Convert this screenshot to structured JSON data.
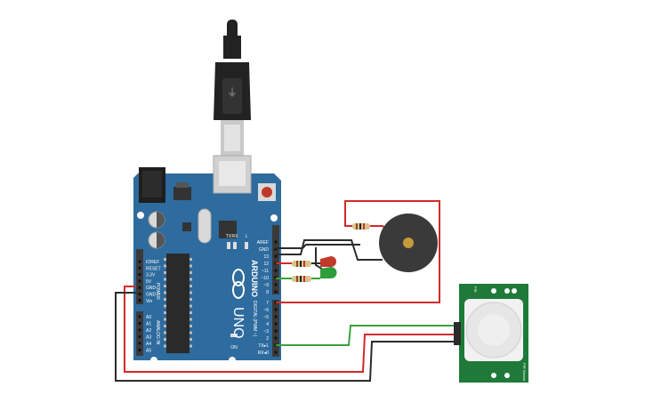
{
  "colors": {
    "board": "#2e6b9e",
    "board_dark": "#255a86",
    "header": "#3a3a3a",
    "wire_red": "#d22a2a",
    "wire_black": "#2b2b2b",
    "wire_green": "#3aa13a",
    "pir_board": "#1f7a3a",
    "led_red": "#c0392b",
    "led_green": "#2e9e3a",
    "buzzer": "#3a3a3a",
    "usb": "#222222"
  },
  "board": {
    "brand": "ARDUINO",
    "model": "UNO",
    "power_label": "POWER",
    "analog_label": "ANALOG IN",
    "digital_label": "DIGITAL (PWM ~)",
    "on_label": "ON",
    "tx_label": "TX",
    "rx_label": "RX",
    "l_label": "L",
    "power_pins": [
      "IOREF",
      "RESET",
      "3.3V",
      "5V",
      "GND",
      "GND",
      "Vin"
    ],
    "analog_pins": [
      "A0",
      "A1",
      "A2",
      "A3",
      "A4",
      "A5"
    ],
    "digital_top_pins": [
      "AREF",
      "GND",
      "13",
      "12",
      "~11",
      "~10",
      "~9",
      "8"
    ],
    "digital_bottom_pins": [
      "7",
      "~6",
      "~5",
      "4",
      "~3",
      "2",
      "TX▸1",
      "RX◂0"
    ]
  },
  "pir": {
    "label_top": "PIR",
    "label_bottom": "PIR Sensor"
  }
}
